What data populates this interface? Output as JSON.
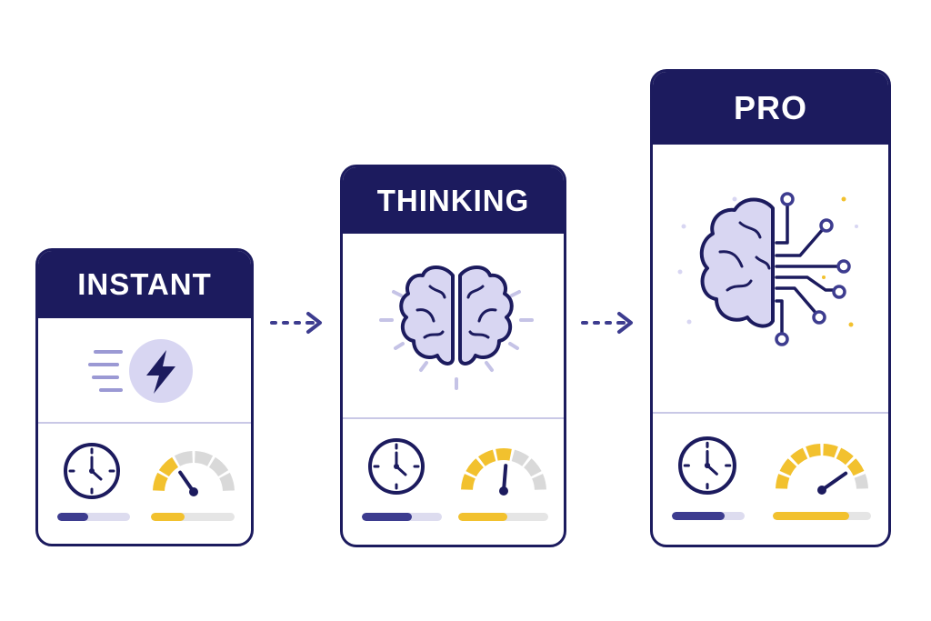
{
  "colors": {
    "navy": "#1c1b5e",
    "accent": "#3d3c8f",
    "lavender": "#d8d6f2",
    "yellow": "#f2c12e",
    "grey": "#d9d9d9"
  },
  "tiers": [
    {
      "title": "INSTANT",
      "icon": "lightning-bolt-icon",
      "time_level": 0.42,
      "speed_level": 0.4,
      "gauge_segments_active": 2,
      "gauge_segments_total": 6
    },
    {
      "title": "THINKING",
      "icon": "brain-icon",
      "time_level": 0.62,
      "speed_level": 0.55,
      "gauge_segments_active": 4,
      "gauge_segments_total": 7
    },
    {
      "title": "PRO",
      "icon": "brain-circuit-icon",
      "time_level": 0.72,
      "speed_level": 0.78,
      "gauge_segments_active": 7,
      "gauge_segments_total": 8
    }
  ],
  "connectors": [
    "dotted-arrow-icon",
    "dotted-arrow-icon"
  ]
}
